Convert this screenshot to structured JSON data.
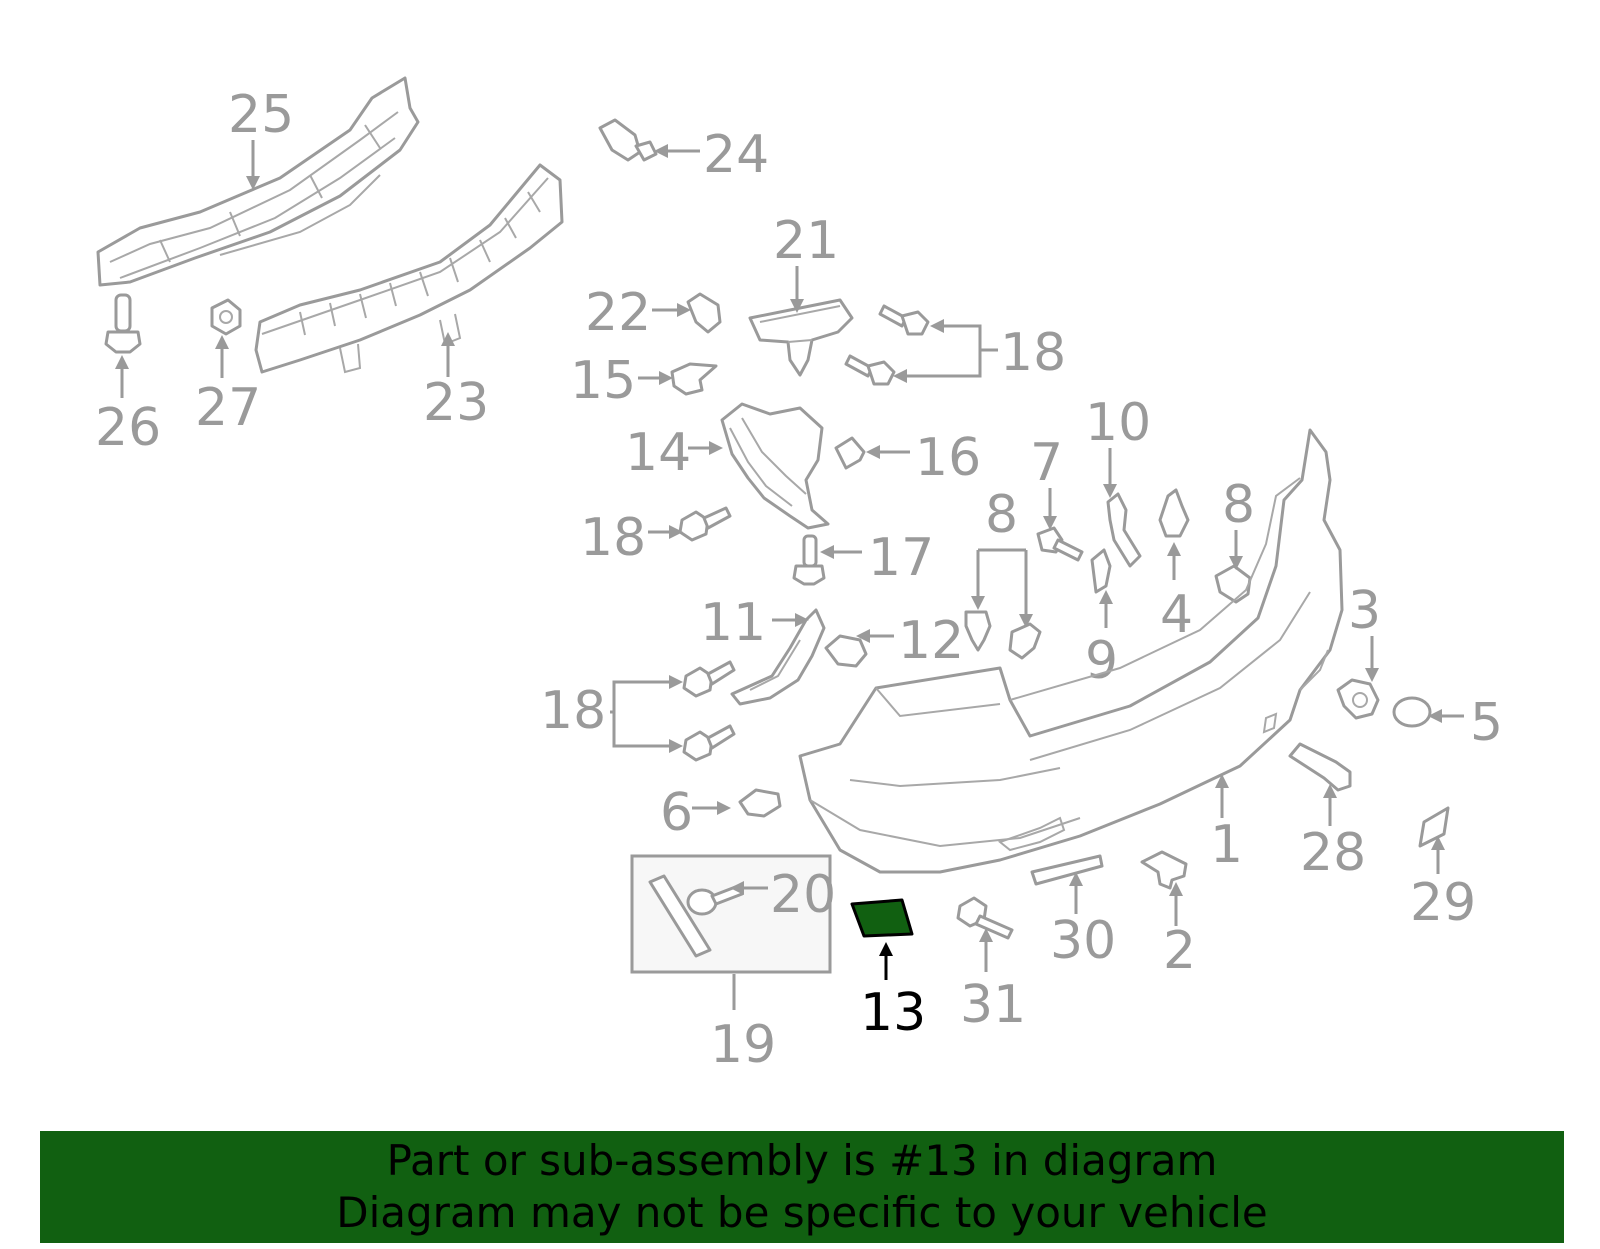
{
  "diagram": {
    "highlighted_part": "13",
    "highlight_color": "#116011",
    "line_color": "#9a9a9a",
    "callouts": [
      "25",
      "24",
      "21",
      "22",
      "18",
      "15",
      "14",
      "16",
      "10",
      "7",
      "8",
      "4",
      "18",
      "17",
      "8",
      "11",
      "12",
      "9",
      "3",
      "18",
      "5",
      "1",
      "6",
      "28",
      "20",
      "29",
      "30",
      "2",
      "31",
      "13",
      "19",
      "27",
      "26",
      "23"
    ]
  },
  "banner": {
    "line1": "Part or sub-assembly is #13 in diagram",
    "line2": "Diagram may not be specific to your vehicle",
    "background": "#116011"
  }
}
